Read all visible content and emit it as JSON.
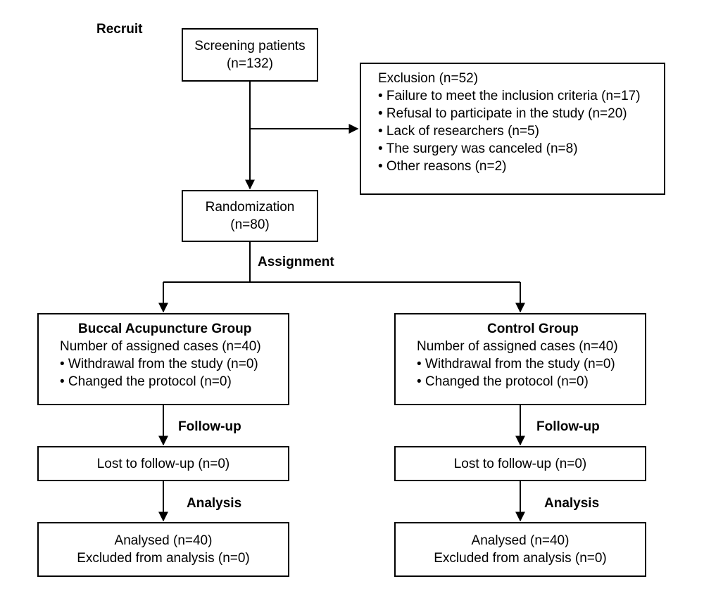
{
  "stages": {
    "recruit": "Recruit",
    "assignment": "Assignment",
    "follow_up": "Follow-up",
    "analysis": "Analysis"
  },
  "screening": {
    "line1": "Screening patients",
    "line2": "(n=132)"
  },
  "exclusion": {
    "title": "Exclusion (n=52)",
    "items": [
      "• Failure to meet the inclusion criteria (n=17)",
      "• Refusal to participate in the study (n=20)",
      "• Lack of researchers (n=5)",
      "• The surgery was canceled (n=8)",
      "• Other reasons (n=2)"
    ]
  },
  "randomization": {
    "line1": "Randomization",
    "line2": "(n=80)"
  },
  "groups": [
    {
      "title": "Buccal Acupuncture Group",
      "assigned": "Number of assigned cases (n=40)",
      "withdrawal": "• Withdrawal from the study (n=0)",
      "protocol": "• Changed the protocol (n=0)",
      "lost": "Lost to follow-up (n=0)",
      "analysed": "Analysed (n=40)",
      "excluded": "Excluded from analysis (n=0)"
    },
    {
      "title": "Control Group",
      "assigned": "Number of assigned cases (n=40)",
      "withdrawal": "• Withdrawal from the study (n=0)",
      "protocol": "• Changed the protocol (n=0)",
      "lost": "Lost to follow-up (n=0)",
      "analysed": "Analysed (n=40)",
      "excluded": "Excluded from analysis (n=0)"
    }
  ]
}
